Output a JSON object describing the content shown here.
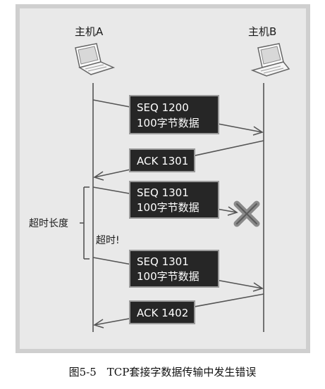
{
  "hosts": {
    "a_label": "主机A",
    "b_label": "主机B"
  },
  "packets": [
    {
      "line1": "SEQ 1200",
      "line2": "100字节数据"
    },
    {
      "line1": "ACK 1301"
    },
    {
      "line1": "SEQ 1301",
      "line2": "100字节数据"
    },
    {
      "line1": "SEQ 1301",
      "line2": "100字节数据"
    },
    {
      "line1": "ACK 1402"
    }
  ],
  "annotations": {
    "timeout_length": "超时长度",
    "timeout": "超时!"
  },
  "caption": "图5-5　TCP套接字数据传输中发生错误",
  "colors": {
    "box_fill": "#262626",
    "panel_bg": "#e9e9e9",
    "lost_marker": "#8a8a8a"
  },
  "icons": [
    "laptop-icon",
    "laptop-icon",
    "lost-packet-x-icon"
  ]
}
